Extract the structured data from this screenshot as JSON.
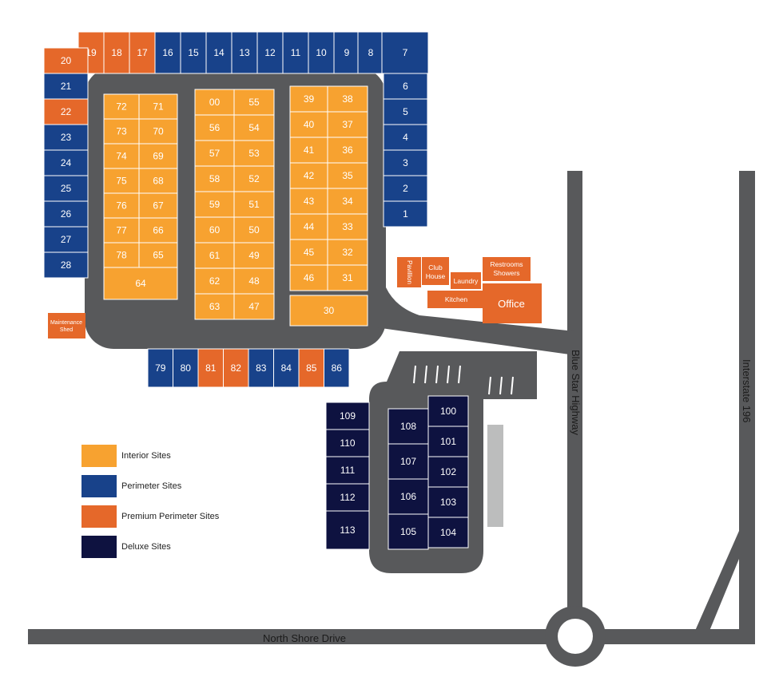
{
  "colors": {
    "interior": "#f7a230",
    "perimeter": "#18428a",
    "premium": "#e5682a",
    "deluxe": "#0e1240",
    "road": "#58595b",
    "building": "#e5682a",
    "text_on_site": "#ffffff"
  },
  "legend": [
    {
      "label": "Interior Sites",
      "color_key": "interior"
    },
    {
      "label": "Perimeter Sites",
      "color_key": "perimeter"
    },
    {
      "label": "Premium Perimeter Sites",
      "color_key": "premium"
    },
    {
      "label": "Deluxe Sites",
      "color_key": "deluxe"
    }
  ],
  "roads": {
    "north_shore": "North Shore Drive",
    "blue_star": "Blue Star Highway",
    "interstate": "Interstate 196"
  },
  "buildings": {
    "pavilion": "Pavillion",
    "club_house_1": "Club",
    "club_house_2": "House",
    "laundry": "Laundry",
    "restrooms_1": "Restrooms",
    "restrooms_2": "Showers",
    "kitchen": "Kitchen",
    "office": "Office",
    "maintenance_1": "Maintenance",
    "maintenance_2": "Shed"
  },
  "sites": {
    "top_row": [
      "19",
      "18",
      "17",
      "16",
      "15",
      "14",
      "13",
      "12",
      "11",
      "10",
      "9",
      "8",
      "7"
    ],
    "right_column": [
      "6",
      "5",
      "4",
      "3",
      "2",
      "1"
    ],
    "left_column": [
      "20",
      "21",
      "22",
      "23",
      "24",
      "25",
      "26",
      "27",
      "28"
    ],
    "bottom_row": [
      "79",
      "80",
      "81",
      "82",
      "83",
      "84",
      "85",
      "86"
    ],
    "block_a_left": [
      "72",
      "73",
      "74",
      "75",
      "76",
      "77",
      "78"
    ],
    "block_a_right": [
      "71",
      "70",
      "69",
      "68",
      "67",
      "66",
      "65"
    ],
    "block_a_bottom": "64",
    "block_b_left": [
      "00",
      "56",
      "57",
      "58",
      "59",
      "60",
      "61",
      "62",
      "63"
    ],
    "block_b_right": [
      "55",
      "54",
      "53",
      "52",
      "51",
      "50",
      "49",
      "48",
      "47"
    ],
    "block_c_left": [
      "39",
      "40",
      "41",
      "42",
      "43",
      "44",
      "45",
      "46"
    ],
    "block_c_right": [
      "38",
      "37",
      "36",
      "35",
      "34",
      "33",
      "32",
      "31"
    ],
    "block_c_bottom": "30",
    "deluxe_west": [
      "109",
      "110",
      "111",
      "112",
      "113"
    ],
    "deluxe_mid": [
      "108",
      "107",
      "106",
      "105"
    ],
    "deluxe_east": [
      "100",
      "101",
      "102",
      "103",
      "104"
    ]
  }
}
